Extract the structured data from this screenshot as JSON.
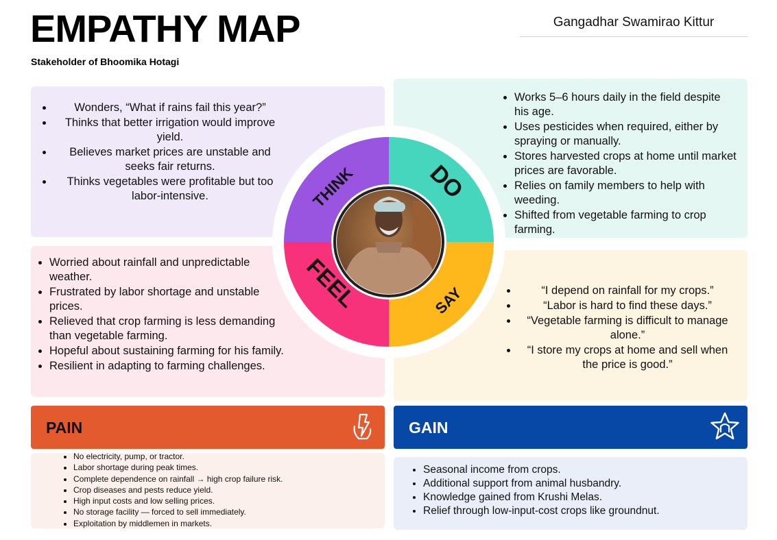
{
  "header": {
    "title": "EMPATHY MAP",
    "subtitle": "Stakeholder of  Bhoomika Hotagi",
    "author": "Gangadhar Swamirao Kittur"
  },
  "wheel": {
    "labels": {
      "think": "THINK",
      "do": "DO",
      "feel": "FEEL",
      "say": "SAY"
    },
    "colors": {
      "think": "#9a55e0",
      "do": "#45d6bd",
      "feel": "#f7327b",
      "say": "#ffb81c"
    },
    "photo_alt": "farmer-portrait"
  },
  "think": {
    "items": [
      "Wonders, “What if rains fail this year?”",
      "Thinks that better irrigation would improve yield.",
      "Believes market prices are unstable and seeks fair returns.",
      "Thinks vegetables were profitable but too labor-intensive."
    ]
  },
  "do": {
    "items": [
      "Works 5–6 hours daily in the field despite his age.",
      "Uses pesticides when required, either by spraying or manually.",
      "Stores harvested crops at home until market prices are favorable.",
      "Relies on family members to help with weeding.",
      "Shifted from vegetable farming to crop farming."
    ]
  },
  "feel": {
    "items": [
      "Worried about rainfall and unpredictable weather.",
      "Frustrated by labor shortage and unstable prices.",
      "Relieved that crop farming is less demanding than vegetable farming.",
      "Hopeful about sustaining farming for his family.",
      "Resilient in adapting to farming challenges."
    ]
  },
  "say": {
    "items": [
      "“I depend on rainfall for my crops.”",
      "“Labor is hard to find these days.”",
      "“Vegetable farming is difficult to manage alone.”",
      "“I store my crops at home and sell when the price is good.”"
    ]
  },
  "pain": {
    "label": "PAIN",
    "icon": "lightning-hand-icon",
    "items": [
      "No electricity, pump, or tractor.",
      "Labor shortage during peak times.",
      "Complete dependence on rainfall → high crop failure risk.",
      "Crop diseases and pests reduce yield.",
      "High input costs and low selling prices.",
      "No storage facility — forced to sell immediately.",
      "Exploitation by middlemen in markets."
    ]
  },
  "gain": {
    "label": "GAIN",
    "icon": "star-icon",
    "items": [
      "Seasonal income from crops.",
      "Additional support from animal husbandry.",
      "Knowledge gained from Krushi Melas.",
      "Relief through low-input-cost crops like groundnut."
    ]
  }
}
